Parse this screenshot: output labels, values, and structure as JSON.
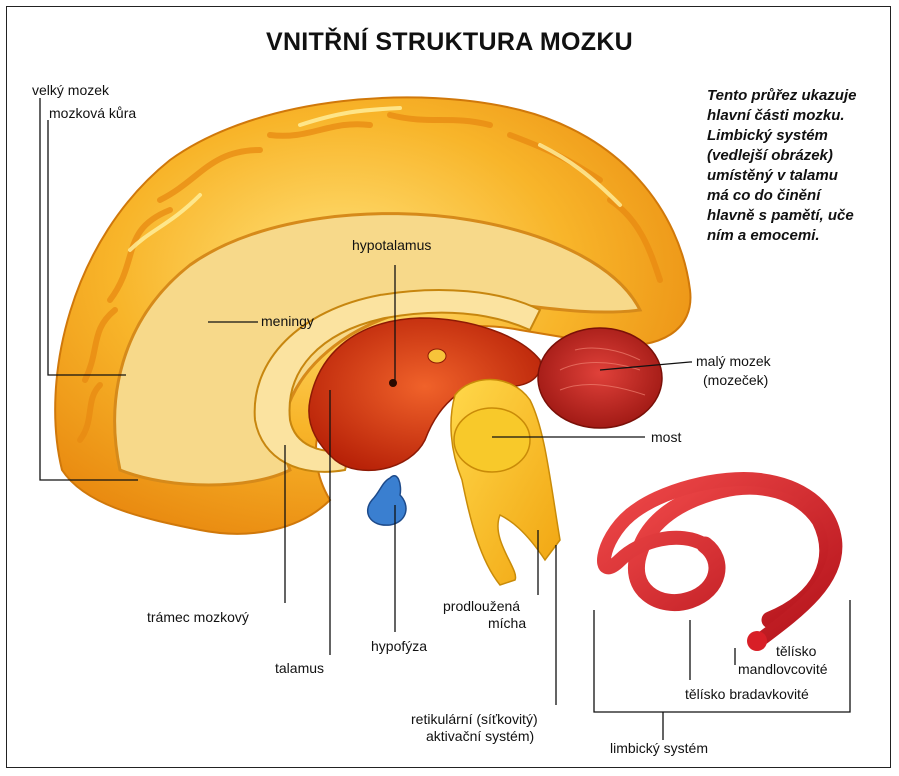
{
  "title": "VNITŘNÍ STRUKTURA MOZKU",
  "description_lines": [
    "Tento průřez ukazuje",
    "hlavní části mozku.",
    "Limbický systém",
    "(vedlejší obrázek)",
    "umístěný v talamu",
    "má co do činění",
    "hlavně s pamětí, uče",
    "ním a emocemi."
  ],
  "labels": {
    "velky_mozek": "velký mozek",
    "mozkova_kura": "mozková kůra",
    "hypotalamus": "hypotalamus",
    "meningy": "meningy",
    "maly_mozek_1": "malý mozek",
    "maly_mozek_2": "(mozeček)",
    "most": "most",
    "tramec": "trámec mozkový",
    "prodlouzena_1": "prodloužená",
    "prodlouzena_2": "mícha",
    "hypofyza": "hypofýza",
    "talamus": "talamus",
    "retikularni_1": "retikulární (síťkovitý)",
    "retikularni_2": "aktivační systém)",
    "telisko_1": "tělísko",
    "telisko_2": "mandlovcovité",
    "telisko_bradavkovite": "tělísko bradavkovité",
    "limbicky_system": "limbický systém"
  },
  "colors": {
    "cortex_outer": "#f5a623",
    "cortex_highlight": "#ffd54a",
    "white_matter": "#f7d98a",
    "thalamus": "#d93a12",
    "cerebellum": "#c8271a",
    "brainstem": "#f7c21a",
    "pituitary": "#3a7fd0",
    "limbic": "#e0232a"
  }
}
